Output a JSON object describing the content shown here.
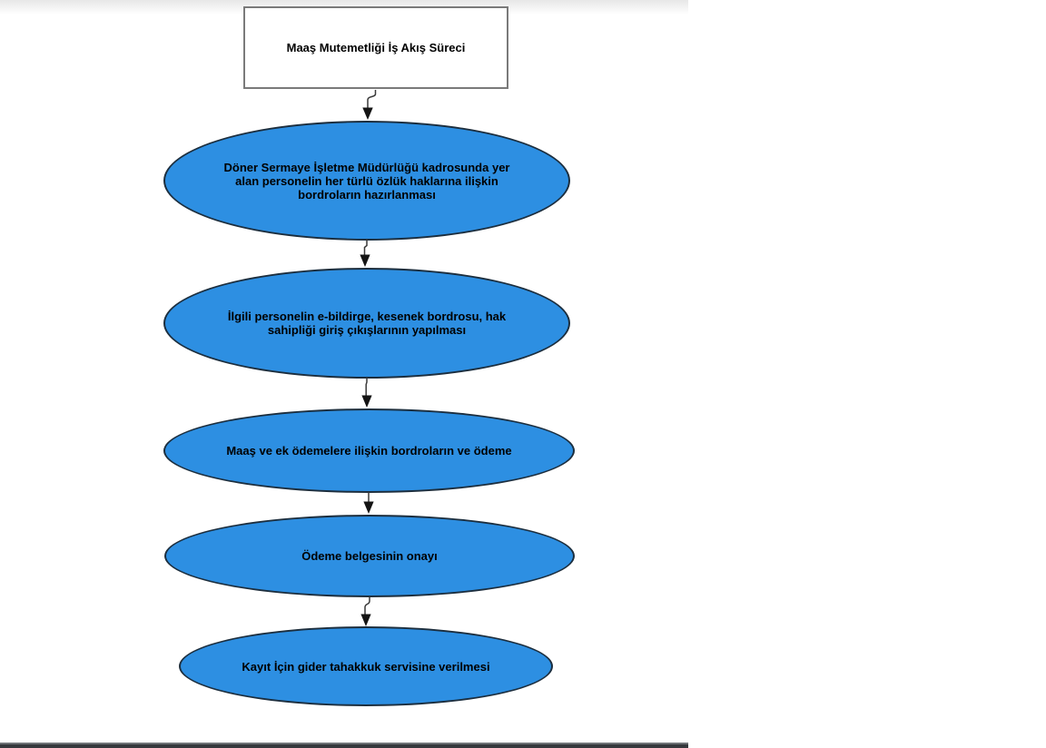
{
  "colors": {
    "node_fill": "#2d8fe2",
    "node_border": "#1c2e3e",
    "rect_border": "#7a7a7a",
    "connector": "#3a3a3a",
    "page_bottom_bar": "#35383c",
    "text": "#000000"
  },
  "flowchart": {
    "nodes": [
      {
        "id": "start",
        "shape": "rectangle",
        "lines": [
          "Maaş Mutemetliği İş Akış Süreci"
        ]
      },
      {
        "id": "step-1",
        "shape": "ellipse",
        "lines": [
          "Döner Sermaye İşletme Müdürlüğü kadrosunda yer",
          "alan personelin her türlü özlük haklarına ilişkin",
          "bordroların hazırlanması"
        ]
      },
      {
        "id": "step-2",
        "shape": "ellipse",
        "lines": [
          "İlgili personelin e-bildirge, kesenek bordrosu, hak",
          "sahipliği giriş çıkışlarının yapılması"
        ]
      },
      {
        "id": "step-3",
        "shape": "ellipse",
        "lines": [
          "Maaş ve ek ödemelere ilişkin bordroların ve ödeme"
        ]
      },
      {
        "id": "step-4",
        "shape": "ellipse",
        "lines": [
          "Ödeme belgesinin onayı"
        ]
      },
      {
        "id": "step-5",
        "shape": "ellipse",
        "lines": [
          "Kayıt İçin gider tahakkuk servisine verilmesi"
        ]
      }
    ],
    "connections": [
      {
        "from": "start",
        "to": "step-1"
      },
      {
        "from": "step-1",
        "to": "step-2"
      },
      {
        "from": "step-2",
        "to": "step-3"
      },
      {
        "from": "step-3",
        "to": "step-4"
      },
      {
        "from": "step-4",
        "to": "step-5"
      }
    ]
  }
}
